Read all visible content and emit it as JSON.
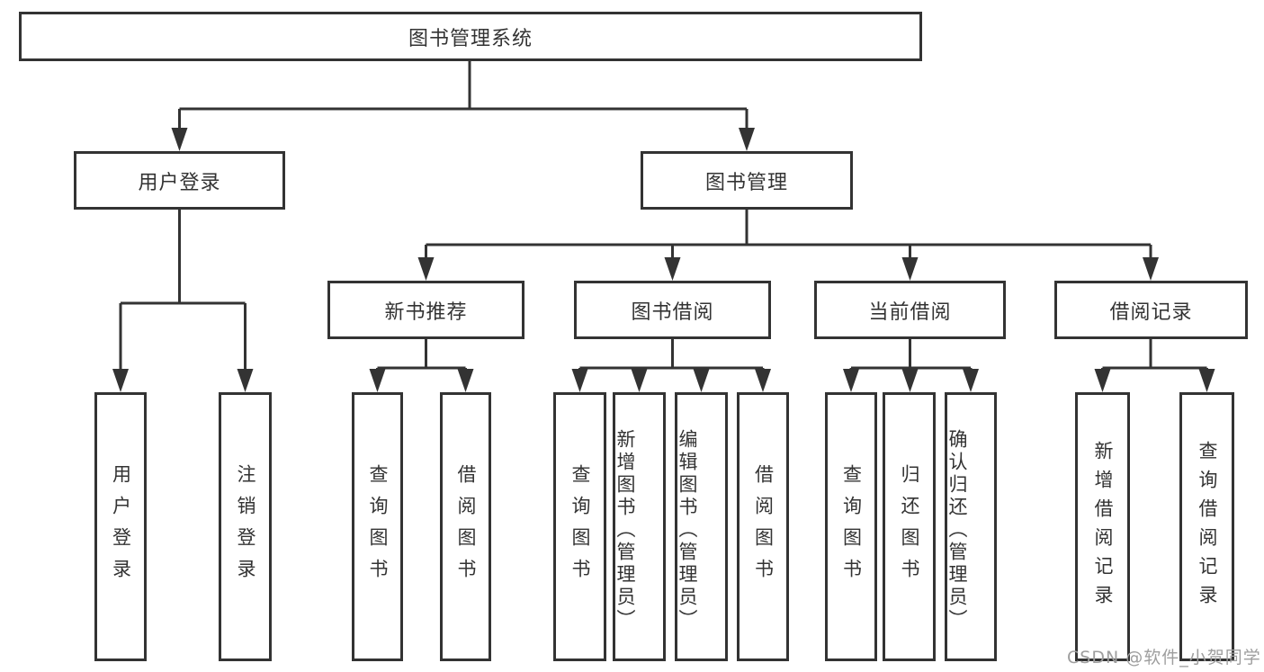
{
  "diagram": {
    "title": "图书管理系统",
    "level2": [
      {
        "id": "user-login",
        "label": "用户登录"
      },
      {
        "id": "book-management",
        "label": "图书管理"
      }
    ],
    "level3": [
      {
        "id": "new-book-recommend",
        "label": "新书推荐"
      },
      {
        "id": "book-borrow",
        "label": "图书借阅"
      },
      {
        "id": "current-borrow",
        "label": "当前借阅"
      },
      {
        "id": "borrow-record",
        "label": "借阅记录"
      }
    ],
    "leaves": [
      {
        "parent": "user-login",
        "label": "用户登录"
      },
      {
        "parent": "user-login",
        "label": "注销登录"
      },
      {
        "parent": "new-book-recommend",
        "label": "查询图书"
      },
      {
        "parent": "new-book-recommend",
        "label": "借阅图书"
      },
      {
        "parent": "book-borrow",
        "label": "查询图书"
      },
      {
        "parent": "book-borrow",
        "label": "新增图书（管理员）"
      },
      {
        "parent": "book-borrow",
        "label": "编辑图书（管理员）"
      },
      {
        "parent": "book-borrow",
        "label": "借阅图书"
      },
      {
        "parent": "current-borrow",
        "label": "查询图书"
      },
      {
        "parent": "current-borrow",
        "label": "归还图书"
      },
      {
        "parent": "current-borrow",
        "label": "确认归还（管理员）"
      },
      {
        "parent": "borrow-record",
        "label": "新增借阅记录"
      },
      {
        "parent": "borrow-record",
        "label": "查询借阅记录"
      }
    ],
    "watermark": "CSDN @软件_小贺同学",
    "colors": {
      "line": "#333333",
      "text": "#333333",
      "box_background": "#ffffff",
      "watermark": "#9e9e9e"
    }
  }
}
